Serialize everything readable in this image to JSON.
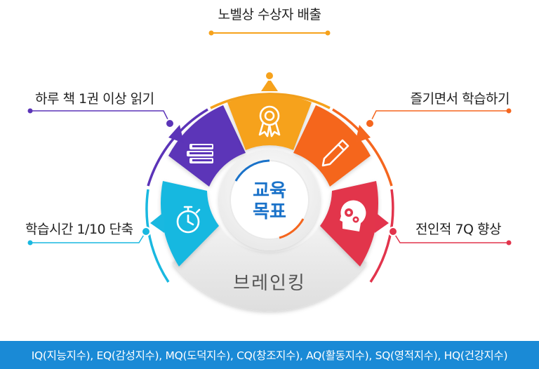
{
  "diagram": {
    "top_label": "노벨상 수상자 배출",
    "left_upper_label": "하루 책 1권 이상 읽기",
    "left_lower_label": "학습시간 1/10 단축",
    "right_upper_label": "즐기면서 학습하기",
    "right_lower_label": "전인적 7Q 향상",
    "center_line1": "교육",
    "center_line2": "목표",
    "bottom_label": "브레인킹",
    "segments": [
      {
        "name": "segment-timer",
        "icon": "stopwatch-icon",
        "color": "#19b8e0"
      },
      {
        "name": "segment-books",
        "icon": "books-icon",
        "color": "#5b34b8"
      },
      {
        "name": "segment-award",
        "icon": "award-ribbon-icon",
        "color": "#f6a21c"
      },
      {
        "name": "segment-pencil",
        "icon": "pencil-icon",
        "color": "#f5661e"
      },
      {
        "name": "segment-brain",
        "icon": "head-gears-icon",
        "color": "#e2344c"
      }
    ],
    "colors": {
      "cyan": "#19b8e0",
      "purple": "#5b34b8",
      "yellow": "#f6a21c",
      "orange": "#f5661e",
      "red": "#e2344c",
      "footer": "#1a8ad6",
      "center_text": "#1a72c9"
    }
  },
  "footer": {
    "text": "IQ(지능지수), EQ(감성지수), MQ(도덕지수), CQ(창조지수), AQ(활동지수), SQ(영적지수), HQ(건강지수)"
  }
}
